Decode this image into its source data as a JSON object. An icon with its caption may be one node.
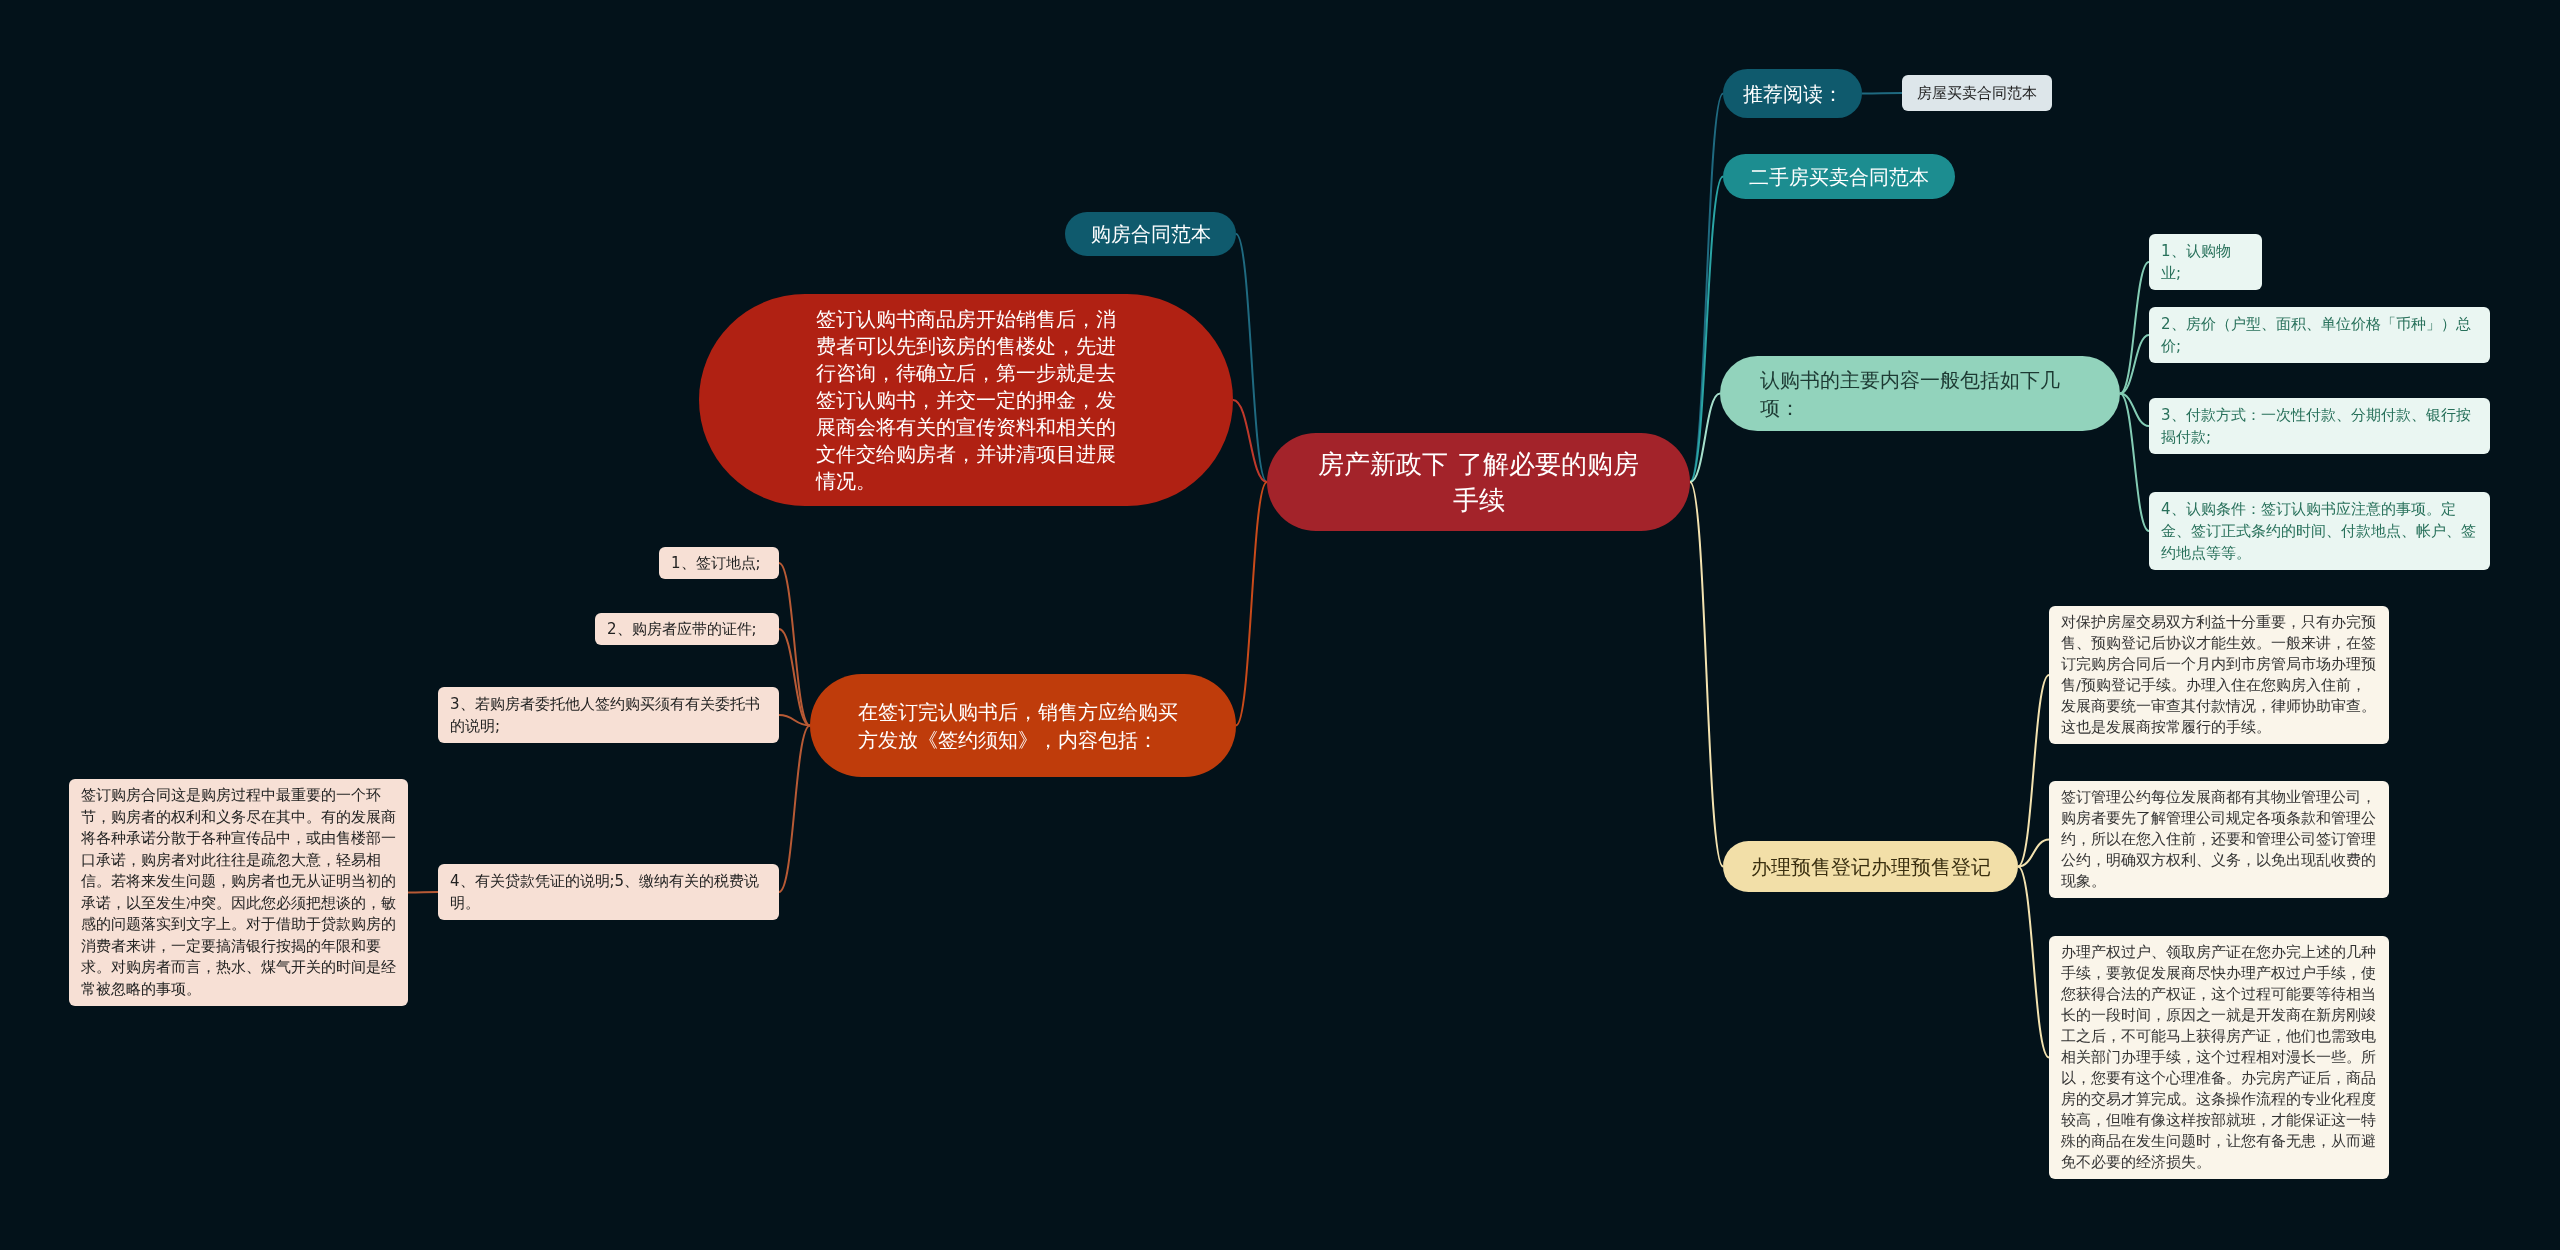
{
  "diagram": {
    "nodes": [
      {
        "text": [
          "房产新政下 了解必要的购房手续"
        ]
      },
      {
        "text": [
          "购房合同范本"
        ]
      },
      {
        "text": [
          "签订认购书商品房开始销售后，消费者可以先到该房的售楼处，先进行咨询，待确立后，第一步就是去签订认购书，并交一定的押金，发展商会将有关的宣传资料和相关的文件交给购房者，并讲清项目进展情况。"
        ]
      },
      {
        "text": [
          "在签订完认购书后，销售方应给购买方发放《签约须知》，内容包括："
        ]
      },
      {
        "text": [
          "1、签订地点;"
        ]
      },
      {
        "text": [
          "2、购房者应带的证件;"
        ]
      },
      {
        "text": [
          "3、若购房者委托他人签约购买须有有关委托书的说明;"
        ]
      },
      {
        "text": [
          "4、有关贷款凭证的说明;5、缴纳有关的税费说明。"
        ]
      },
      {
        "text": [
          "签订购房合同这是购房过程中最重要的一个环节，购房者的权利和义务尽在其中。有的发展商将各种承诺分散于各种宣传品中，或由售楼部一口承诺，购房者对此往往是疏忽大意，轻易相信。若将来发生问题，购房者也无从证明当初的承诺，以至发生冲突。因此您必须把想谈的，敏感的问题落实到文字上。对于借助于贷款购房的消费者来讲，一定要搞清银行按揭的年限和要求。对购房者而言，热水、煤气开关的时间是经常被忽略的事项。"
        ]
      },
      {
        "text": [
          "推荐阅读："
        ]
      },
      {
        "text": [
          "房屋买卖合同范本"
        ]
      },
      {
        "text": [
          "二手房买卖合同范本"
        ]
      },
      {
        "text": [
          "认购书的主要内容一般包括如下几项："
        ]
      },
      {
        "text": [
          "1、认购物业;"
        ]
      },
      {
        "text": [
          "2、房价（户型、面积、单位价格「币种」）总价;"
        ]
      },
      {
        "text": [
          "3、付款方式：一次性付款、分期付款、银行按揭付款;"
        ]
      },
      {
        "text": [
          "4、认购条件：签订认购书应注意的事项。定金、签订正式条约的时间、付款地点、帐户、签约地点等等。"
        ]
      },
      {
        "text": [
          "办理预售登记办理预售登记"
        ]
      },
      {
        "text": [
          "对保护房屋交易双方利益十分重要，只有办完预售、预购登记后协议才能生效。一般来讲，在签订完购房合同后一个月内到市房管局市场办理预售/预购登记手续。办理入住在您购房入住前，发展商要统一审查其付款情况，律师协助审查。这也是发展商按常履行的手续。"
        ]
      },
      {
        "text": [
          "签订管理公约每位发展商都有其物业管理公司，购房者要先了解管理公司规定各项条款和管理公约，所以在您入住前，还要和管理公司签订管理公约，明确双方权利、义务，以免出现乱收费的现象。"
        ]
      },
      {
        "text": [
          "办理产权过户、领取房产证在您办完上述的几种手续，要敦促发展商尽快办理产权过户手续，使您获得合法的产权证，这个过程可能要等待相当长的一段时间，原因之一就是开发商在新房刚竣工之后，不可能马上获得房产证，他们也需致电相关部门办理手续，这个过程相对漫长一些。所以，您要有这个心理准备。办完房产证后，商品房的交易才算完成。这条操作流程的专业化程度较高，但唯有像这样按部就班，才能保证这一特殊的商品在发生问题时，让您有备无患，从而避免不必要的经济损失。"
        ]
      }
    ],
    "edges": [
      {
        "from": 0,
        "to": 1,
        "arrow": "none",
        "color": "#1f6a80"
      },
      {
        "from": 0,
        "to": 2,
        "arrow": "none",
        "color": "#c0392b"
      },
      {
        "from": 0,
        "to": 3,
        "arrow": "none",
        "color": "#c94a1a"
      },
      {
        "from": 3,
        "to": 4,
        "arrow": "none",
        "color": "#b85a35"
      },
      {
        "from": 3,
        "to": 5,
        "arrow": "none",
        "color": "#b85a35"
      },
      {
        "from": 3,
        "to": 6,
        "arrow": "none",
        "color": "#b85a35"
      },
      {
        "from": 3,
        "to": 7,
        "arrow": "none",
        "color": "#b85a35"
      },
      {
        "from": 7,
        "to": 8,
        "arrow": "none",
        "color": "#b85a35"
      },
      {
        "from": 0,
        "to": 9,
        "arrow": "none",
        "color": "#1f6a80"
      },
      {
        "from": 9,
        "to": 10,
        "arrow": "none",
        "color": "#1f6a80"
      },
      {
        "from": 0,
        "to": 11,
        "arrow": "none",
        "color": "#2aa5a5"
      },
      {
        "from": 0,
        "to": 12,
        "arrow": "none",
        "color": "#a6e0cc"
      },
      {
        "from": 12,
        "to": 13,
        "arrow": "none",
        "color": "#84cdb5"
      },
      {
        "from": 12,
        "to": 14,
        "arrow": "none",
        "color": "#84cdb5"
      },
      {
        "from": 12,
        "to": 15,
        "arrow": "none",
        "color": "#84cdb5"
      },
      {
        "from": 12,
        "to": 16,
        "arrow": "none",
        "color": "#84cdb5"
      },
      {
        "from": 0,
        "to": 17,
        "arrow": "none",
        "color": "#f4e3b0"
      },
      {
        "from": 17,
        "to": 18,
        "arrow": "none",
        "color": "#f4e3b0"
      },
      {
        "from": 17,
        "to": 19,
        "arrow": "none",
        "color": "#f4e3b0"
      },
      {
        "from": 17,
        "to": 20,
        "arrow": "none",
        "color": "#f4e3b0"
      }
    ]
  }
}
